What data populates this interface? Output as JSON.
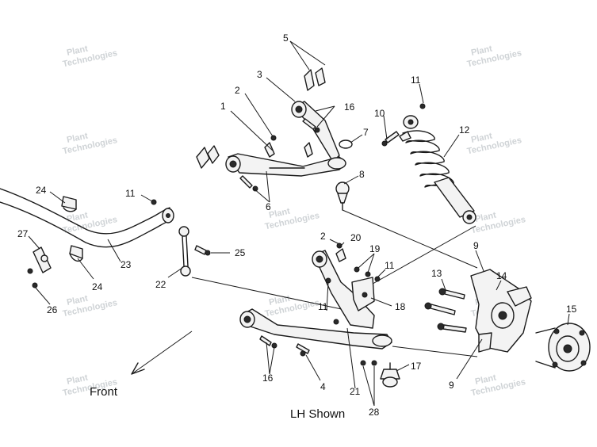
{
  "labels": {
    "front": "Front",
    "lh_shown": "LH Shown"
  },
  "watermark": {
    "line1": "Plant",
    "line2": "Technologies"
  },
  "callouts": [
    {
      "id": "c1",
      "text": "1"
    },
    {
      "id": "c2a",
      "text": "2"
    },
    {
      "id": "c3",
      "text": "3"
    },
    {
      "id": "c4",
      "text": "4"
    },
    {
      "id": "c5",
      "text": "5"
    },
    {
      "id": "c6",
      "text": "6"
    },
    {
      "id": "c7",
      "text": "7"
    },
    {
      "id": "c8",
      "text": "8"
    },
    {
      "id": "c9a",
      "text": "9"
    },
    {
      "id": "c9b",
      "text": "9"
    },
    {
      "id": "c10",
      "text": "10"
    },
    {
      "id": "c11a",
      "text": "11"
    },
    {
      "id": "c11b",
      "text": "11"
    },
    {
      "id": "c11c",
      "text": "11"
    },
    {
      "id": "c11d",
      "text": "11"
    },
    {
      "id": "c12",
      "text": "12"
    },
    {
      "id": "c13",
      "text": "13"
    },
    {
      "id": "c14",
      "text": "14"
    },
    {
      "id": "c15",
      "text": "15"
    },
    {
      "id": "c16a",
      "text": "16"
    },
    {
      "id": "c16b",
      "text": "16"
    },
    {
      "id": "c17",
      "text": "17"
    },
    {
      "id": "c18",
      "text": "18"
    },
    {
      "id": "c19",
      "text": "19"
    },
    {
      "id": "c20",
      "text": "20"
    },
    {
      "id": "c2b",
      "text": "2"
    },
    {
      "id": "c21",
      "text": "21"
    },
    {
      "id": "c22",
      "text": "22"
    },
    {
      "id": "c23",
      "text": "23"
    },
    {
      "id": "c24a",
      "text": "24"
    },
    {
      "id": "c24b",
      "text": "24"
    },
    {
      "id": "c25",
      "text": "25"
    },
    {
      "id": "c26",
      "text": "26"
    },
    {
      "id": "c27",
      "text": "27"
    },
    {
      "id": "c28",
      "text": "28"
    }
  ]
}
